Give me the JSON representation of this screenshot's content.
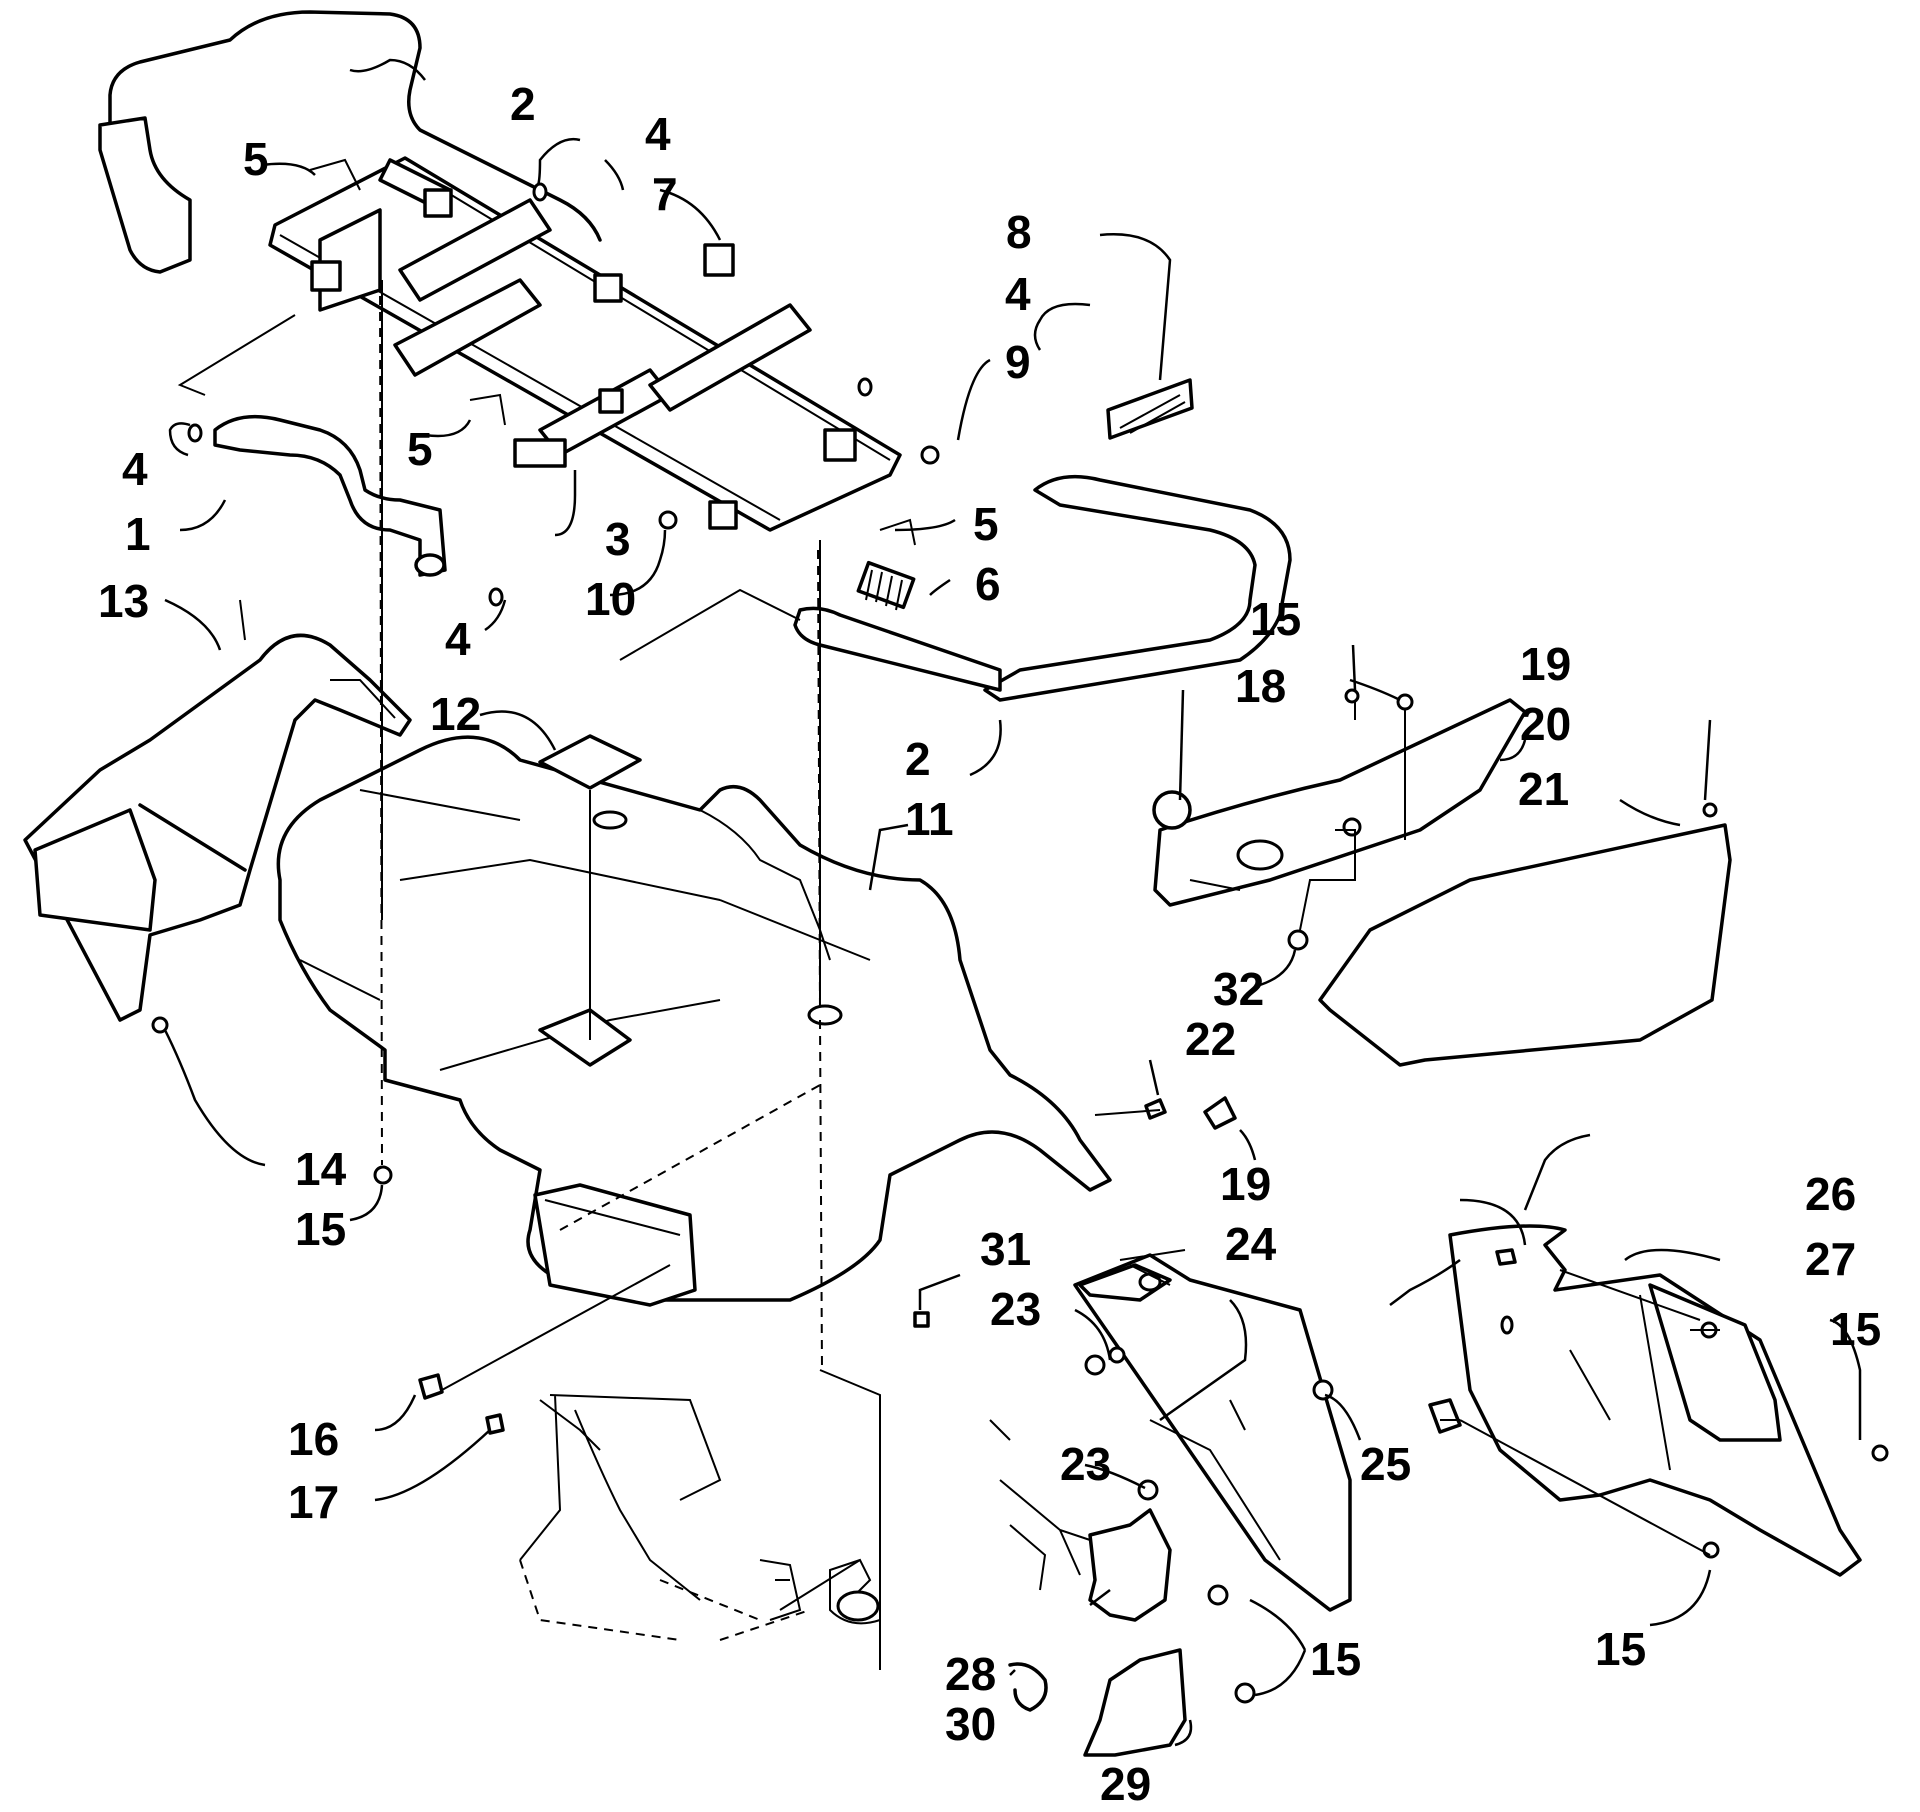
{
  "callouts": [
    {
      "id": "c1",
      "label": "1"
    },
    {
      "id": "c2a",
      "label": "2"
    },
    {
      "id": "c2b",
      "label": "2"
    },
    {
      "id": "c3",
      "label": "3"
    },
    {
      "id": "c4a",
      "label": "4"
    },
    {
      "id": "c4b",
      "label": "4"
    },
    {
      "id": "c4c",
      "label": "4"
    },
    {
      "id": "c4d",
      "label": "4"
    },
    {
      "id": "c5a",
      "label": "5"
    },
    {
      "id": "c5b",
      "label": "5"
    },
    {
      "id": "c5c",
      "label": "5"
    },
    {
      "id": "c6",
      "label": "6"
    },
    {
      "id": "c7",
      "label": "7"
    },
    {
      "id": "c8",
      "label": "8"
    },
    {
      "id": "c9",
      "label": "9"
    },
    {
      "id": "c10",
      "label": "10"
    },
    {
      "id": "c11",
      "label": "11"
    },
    {
      "id": "c12",
      "label": "12"
    },
    {
      "id": "c13",
      "label": "13"
    },
    {
      "id": "c14",
      "label": "14"
    },
    {
      "id": "c15a",
      "label": "15"
    },
    {
      "id": "c15b",
      "label": "15"
    },
    {
      "id": "c15c",
      "label": "15"
    },
    {
      "id": "c15d",
      "label": "15"
    },
    {
      "id": "c15e",
      "label": "15"
    },
    {
      "id": "c16",
      "label": "16"
    },
    {
      "id": "c17",
      "label": "17"
    },
    {
      "id": "c18",
      "label": "18"
    },
    {
      "id": "c19a",
      "label": "19"
    },
    {
      "id": "c19b",
      "label": "19"
    },
    {
      "id": "c20",
      "label": "20"
    },
    {
      "id": "c21",
      "label": "21"
    },
    {
      "id": "c22",
      "label": "22"
    },
    {
      "id": "c23a",
      "label": "23"
    },
    {
      "id": "c23b",
      "label": "23"
    },
    {
      "id": "c24",
      "label": "24"
    },
    {
      "id": "c25",
      "label": "25"
    },
    {
      "id": "c26",
      "label": "26"
    },
    {
      "id": "c27",
      "label": "27"
    },
    {
      "id": "c28",
      "label": "28"
    },
    {
      "id": "c29",
      "label": "29"
    },
    {
      "id": "c30",
      "label": "30"
    },
    {
      "id": "c31",
      "label": "31"
    },
    {
      "id": "c32",
      "label": "32"
    }
  ]
}
